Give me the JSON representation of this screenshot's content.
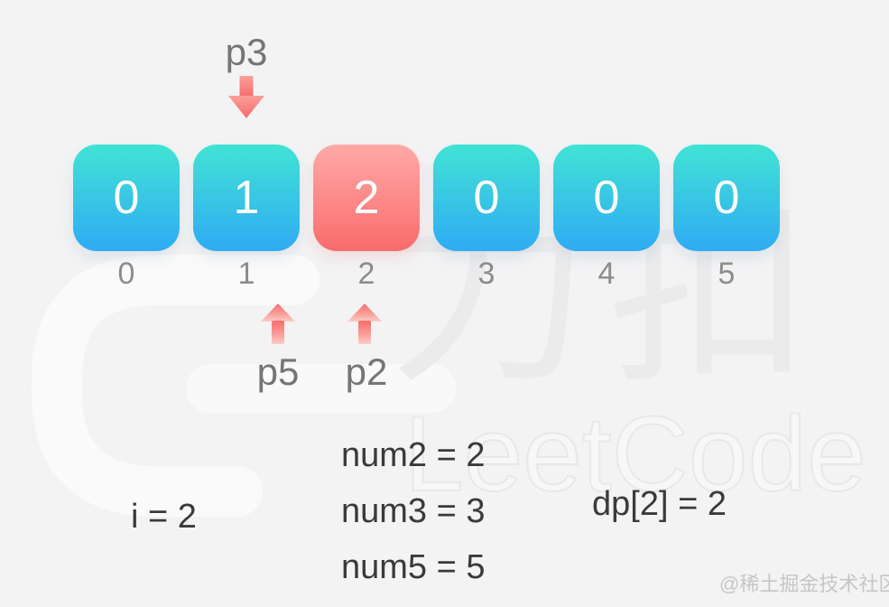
{
  "colors": {
    "bg": "#f3f3f4",
    "cell_top": "#41e3d4",
    "cell_bottom": "#2fabf4",
    "cell_highlight_top": "#ffa9a7",
    "cell_highlight_bottom": "#f96c6c",
    "cell_text": "#ffffff",
    "index_text": "#8c8c8c",
    "pointer_label": "#757575",
    "arrow_red": "#f7706f",
    "arrow_red_light": "#fdccc7",
    "statement_text": "#3a3a3a",
    "credit_text": "#c6c6c6",
    "watermark_gray": "#ebebec"
  },
  "array": {
    "cells": [
      {
        "value": "0",
        "index": "0"
      },
      {
        "value": "1",
        "index": "1"
      },
      {
        "value": "2",
        "index": "2"
      },
      {
        "value": "0",
        "index": "3"
      },
      {
        "value": "0",
        "index": "4"
      },
      {
        "value": "0",
        "index": "5"
      }
    ],
    "highlighted_index": 2
  },
  "pointers": {
    "p3": {
      "label": "p3",
      "direction": "down",
      "target_index": 1
    },
    "p5": {
      "label": "p5",
      "direction": "up",
      "target_index": 1
    },
    "p2": {
      "label": "p2",
      "direction": "up",
      "target_index": 2
    }
  },
  "annotations": {
    "i": "i = 2",
    "num2": "num2 = 2",
    "num3": "num3 = 3",
    "num5": "num5 = 5",
    "dp": "dp[2] = 2"
  },
  "watermark": {
    "cn": "力扣",
    "en": "LeetCode",
    "credit": "@稀土掘金技术社区"
  }
}
